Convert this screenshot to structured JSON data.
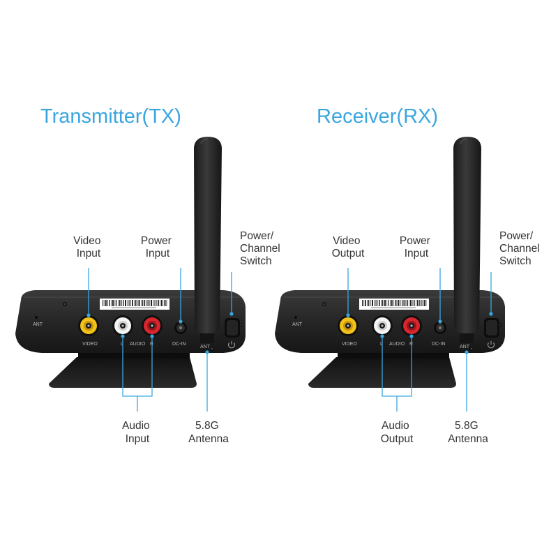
{
  "colors": {
    "title": "#3aa6e0",
    "callout_line": "#3aa6e0",
    "callout_text": "#333333",
    "device_body": "#2a2a2a",
    "video_jack": "#f2c21b",
    "audio_left_jack": "#f5f5f5",
    "audio_right_jack": "#d8262e"
  },
  "transmitter": {
    "title": "Transmitter(TX)",
    "callouts": {
      "video": [
        "Video",
        "Input"
      ],
      "power": [
        "Power",
        "Input"
      ],
      "switch": [
        "Power/",
        "Channel",
        "Switch"
      ],
      "audio": [
        "Audio",
        "Input"
      ],
      "antenna": [
        "5.8G",
        "Antenna"
      ]
    },
    "port_labels": {
      "ant_top": "ANT",
      "video": "VIDEO",
      "l": "L",
      "audio": "AUDIO",
      "r": "R",
      "dc_in": "DC-IN",
      "ant_bottom": "ANT"
    },
    "icons": [
      "power-icon",
      "antenna-icon"
    ]
  },
  "receiver": {
    "title": "Receiver(RX)",
    "callouts": {
      "video": [
        "Video",
        "Output"
      ],
      "power": [
        "Power",
        "Input"
      ],
      "switch": [
        "Power/",
        "Channel",
        "Switch"
      ],
      "audio": [
        "Audio",
        "Output"
      ],
      "antenna": [
        "5.8G",
        "Antenna"
      ]
    },
    "port_labels": {
      "ant_top": "ANT",
      "video": "VIDEO",
      "l": "L",
      "audio": "AUDIO",
      "r": "R",
      "dc_in": "DC-IN",
      "ant_bottom": "ANT"
    },
    "icons": [
      "power-icon",
      "antenna-icon"
    ]
  }
}
